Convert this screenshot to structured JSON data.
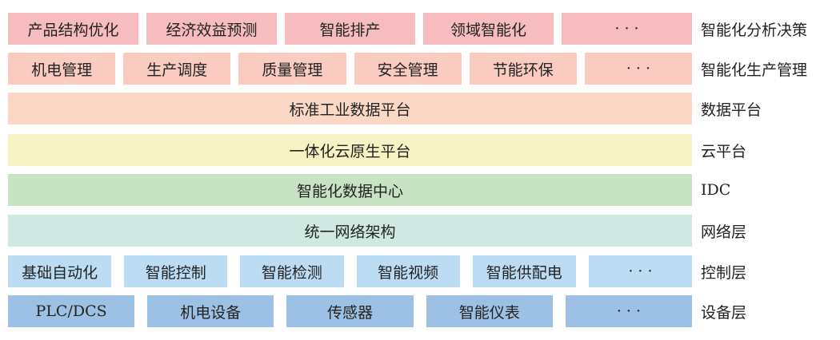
{
  "layers": [
    {
      "label": "智能化分析决策",
      "cells": [
        "产品结构优化",
        "经济效益预测",
        "智能排产",
        "领域智能化",
        "· · ·"
      ]
    },
    {
      "label": "智能化生产管理",
      "cells": [
        "机电管理",
        "生产调度",
        "质量管理",
        "安全管理",
        "节能环保",
        "· · ·"
      ]
    },
    {
      "label": "数据平台",
      "cells": [
        "标准工业数据平台"
      ]
    },
    {
      "label": "云平台",
      "cells": [
        "一体化云原生平台"
      ]
    },
    {
      "label": "IDC",
      "cells": [
        "智能化数据中心"
      ]
    },
    {
      "label": "网络层",
      "cells": [
        "统一网络架构"
      ]
    },
    {
      "label": "控制层",
      "cells": [
        "基础自动化",
        "智能控制",
        "智能检测",
        "智能视频",
        "智能供配电",
        "· · ·"
      ]
    },
    {
      "label": "设备层",
      "cells": [
        "PLC/DCS",
        "机电设备",
        "传感器",
        "智能仪表",
        "· · ·"
      ]
    }
  ]
}
